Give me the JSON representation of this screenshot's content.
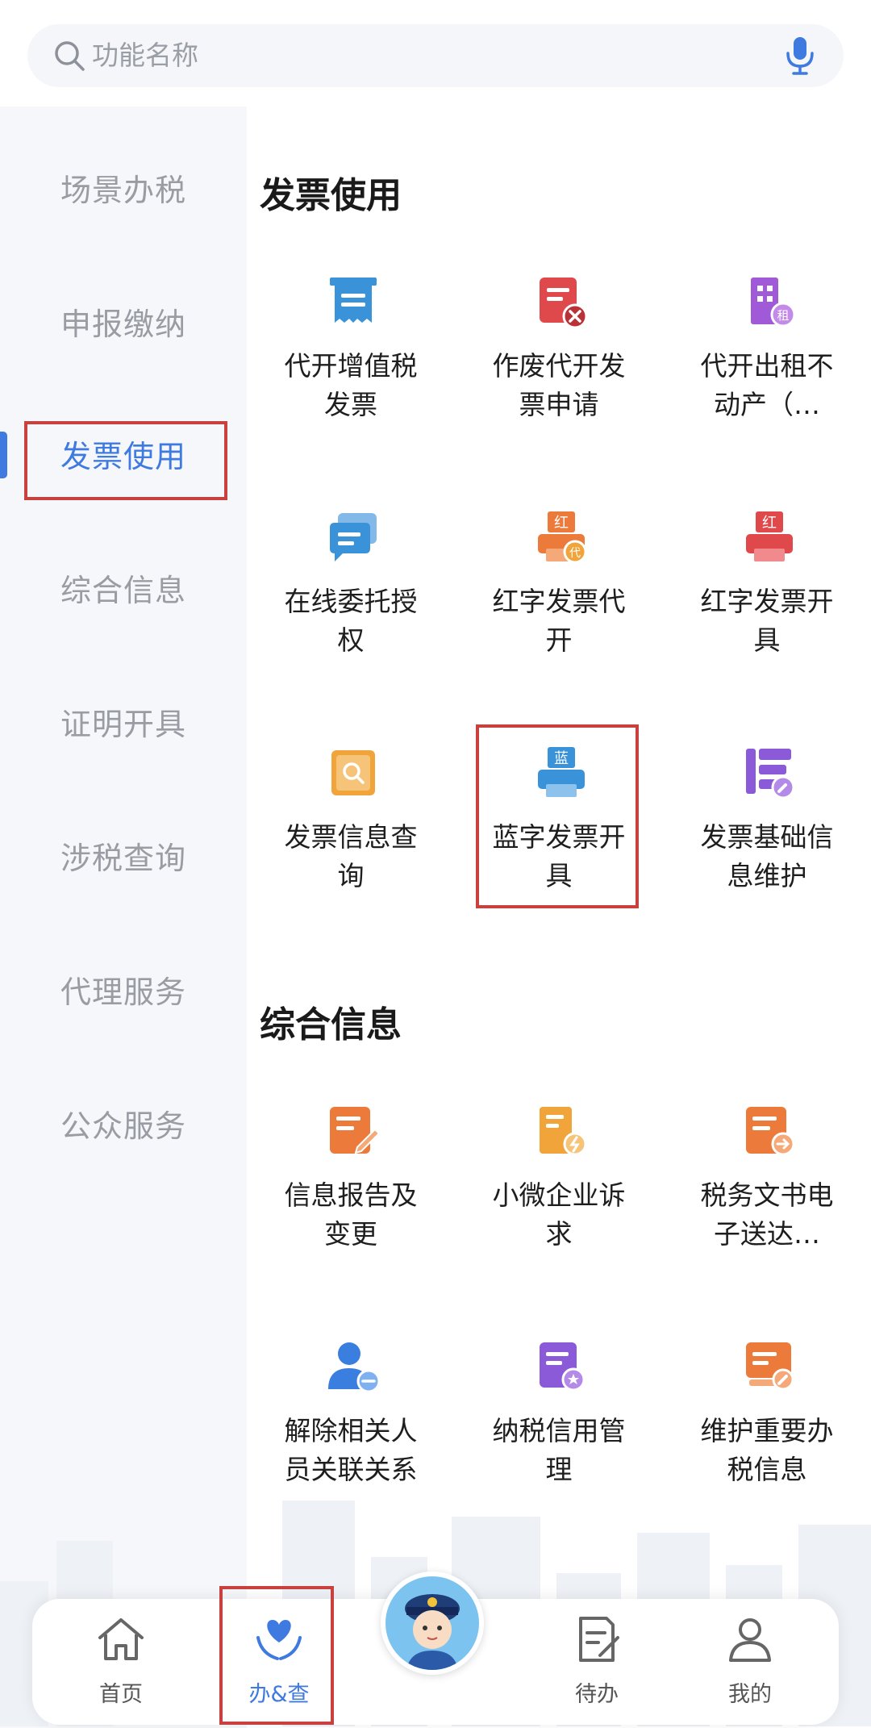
{
  "search": {
    "placeholder": "功能名称",
    "icon": "search-icon",
    "voice_icon": "microphone-icon"
  },
  "sidebar": {
    "active_index": 2,
    "items": [
      {
        "label": "场景办税"
      },
      {
        "label": "申报缴纳"
      },
      {
        "label": "发票使用"
      },
      {
        "label": "综合信息"
      },
      {
        "label": "证明开具"
      },
      {
        "label": "涉税查询"
      },
      {
        "label": "代理服务"
      },
      {
        "label": "公众服务"
      }
    ]
  },
  "sections": [
    {
      "title": "发票使用",
      "items": [
        {
          "line1": "代开增值税",
          "line2": "发票",
          "icon": "receipt-icon",
          "color": "#3a92d8"
        },
        {
          "line1": "作废代开发",
          "line2": "票申请",
          "icon": "void-invoice-icon",
          "color": "#e0494c"
        },
        {
          "line1": "代开出租不",
          "line2": "动产（…",
          "icon": "rent-building-icon",
          "color": "#a05ad8"
        },
        {
          "line1": "在线委托授",
          "line2": "权",
          "icon": "chat-authorize-icon",
          "color": "#3a92d8"
        },
        {
          "line1": "红字发票代",
          "line2": "开",
          "icon": "red-invoice-printer-icon",
          "color": "#ec7a3a"
        },
        {
          "line1": "红字发票开",
          "line2": "具",
          "icon": "red-invoice-icon",
          "color": "#e0494c"
        },
        {
          "line1": "发票信息查",
          "line2": "询",
          "icon": "invoice-search-icon",
          "color": "#f0a43a"
        },
        {
          "line1": "蓝字发票开",
          "line2": "具",
          "icon": "blue-invoice-printer-icon",
          "color": "#3a92d8"
        },
        {
          "line1": "发票基础信",
          "line2": "息维护",
          "icon": "invoice-settings-icon",
          "color": "#8a5ad8"
        }
      ]
    },
    {
      "title": "综合信息",
      "items": [
        {
          "line1": "信息报告及",
          "line2": "变更",
          "icon": "report-edit-icon",
          "color": "#ec7a3a"
        },
        {
          "line1": "小微企业诉",
          "line2": "求",
          "icon": "enterprise-request-icon",
          "color": "#f0a43a"
        },
        {
          "line1": "税务文书电",
          "line2": "子送达…",
          "icon": "document-send-icon",
          "color": "#ec7a3a"
        },
        {
          "line1": "解除相关人",
          "line2": "员关联关系",
          "icon": "remove-user-icon",
          "color": "#3a7ee0"
        },
        {
          "line1": "纳税信用管",
          "line2": "理",
          "icon": "credit-badge-icon",
          "color": "#8a5ad8"
        },
        {
          "line1": "维护重要办",
          "line2": "税信息",
          "icon": "maintain-info-icon",
          "color": "#ec7a3a"
        }
      ]
    }
  ],
  "tabbar": {
    "items": [
      {
        "label": "首页",
        "icon": "home-icon"
      },
      {
        "label": "办&查",
        "icon": "heart-hands-icon",
        "active": true
      },
      {
        "label": "待办",
        "icon": "todo-icon"
      },
      {
        "label": "我的",
        "icon": "user-icon"
      }
    ],
    "center_avatar": "tax-officer-avatar"
  },
  "colors": {
    "accent": "#3f7ae0",
    "highlight_border": "#c9413f",
    "sidebar_bg": "#f5f7fa"
  }
}
